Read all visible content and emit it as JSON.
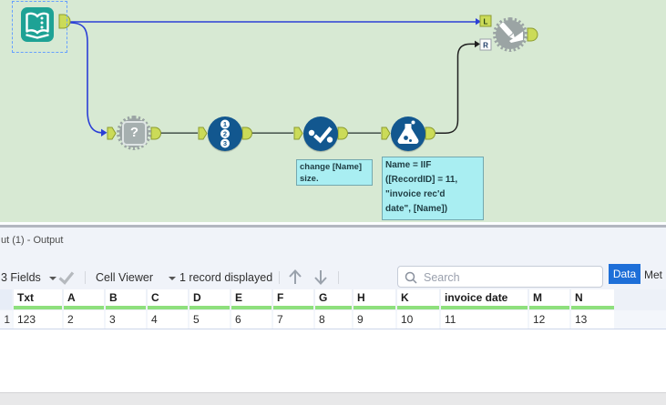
{
  "canvas": {
    "unknown_tool_glyph": "?",
    "macro_inputs": {
      "left": "L",
      "right": "R"
    },
    "annotations": {
      "select_note": "change [Name]\nsize.",
      "formula_note": "Name = IIF\n([RecordID] = 11,\n\"invoice rec'd\ndate\", [Name])"
    }
  },
  "results_panel": {
    "title": "ut (1) - Output",
    "toolbar": {
      "fields_label": "3 Fields",
      "cell_viewer_label": "Cell Viewer",
      "records_label": "1 record displayed",
      "search_placeholder": "Search",
      "tab_data": "Data",
      "tab_metadata": "Met"
    },
    "grid": {
      "row_numbers": [
        "1"
      ],
      "columns": [
        "Txt",
        "A",
        "B",
        "C",
        "D",
        "E",
        "F",
        "G",
        "H",
        "K",
        "invoice date",
        "M",
        "N"
      ],
      "rows": [
        [
          "123",
          "2",
          "3",
          "4",
          "5",
          "6",
          "7",
          "8",
          "9",
          "10",
          "11",
          "12",
          "13"
        ]
      ]
    }
  },
  "colors": {
    "canvas_bg": "#d7e9d3",
    "tool_blue": "#12578f",
    "tool_teal": "#1ea295",
    "tool_gray": "#9ba4a4",
    "anchor_lime": "#cbdb58",
    "anchor_lime_border": "#8c9c30",
    "wire_blue": "#2b3fd6",
    "wire_gray": "#4e5c54",
    "wire_black": "#1f1f1f",
    "annotation_bg": "#a9eef2",
    "active_tab_bg": "#1e6fd8",
    "grid_green_bar": "#8ee07d"
  }
}
